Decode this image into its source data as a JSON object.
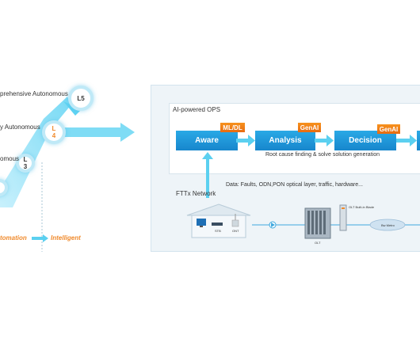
{
  "levels": {
    "l5": {
      "badge": "L5",
      "label": "prehensive Autonomous"
    },
    "l4": {
      "badge_l": "L",
      "badge_n": "4",
      "label": "y Autonomous"
    },
    "l3": {
      "badge_l": "L",
      "badge_n": "3",
      "label": "omous"
    }
  },
  "evolution": {
    "from": "tomation",
    "to": "Intelligent"
  },
  "ops": {
    "title": "AI-powered OPS",
    "stages": [
      {
        "label": "Aware",
        "tag": "ML/DL"
      },
      {
        "label": "Analysis",
        "tag": "GenAI"
      },
      {
        "label": "Decision",
        "tag": "GenAI"
      }
    ],
    "caption": "Root cause finding & solve solution generation"
  },
  "network": {
    "title": "FTTx Network",
    "data_text": "Data: Faults, ODN,PON optical layer, traffic, hardware...",
    "devices": {
      "stb": "STB",
      "ont": "ONT",
      "olt": "OLT",
      "blade": "OLT Built-in Blade",
      "metro": "Bw Metro"
    }
  },
  "colors": {
    "accent_blue": "#1e94d8",
    "light_blue": "#5bd0f0",
    "orange": "#f08a2c"
  }
}
